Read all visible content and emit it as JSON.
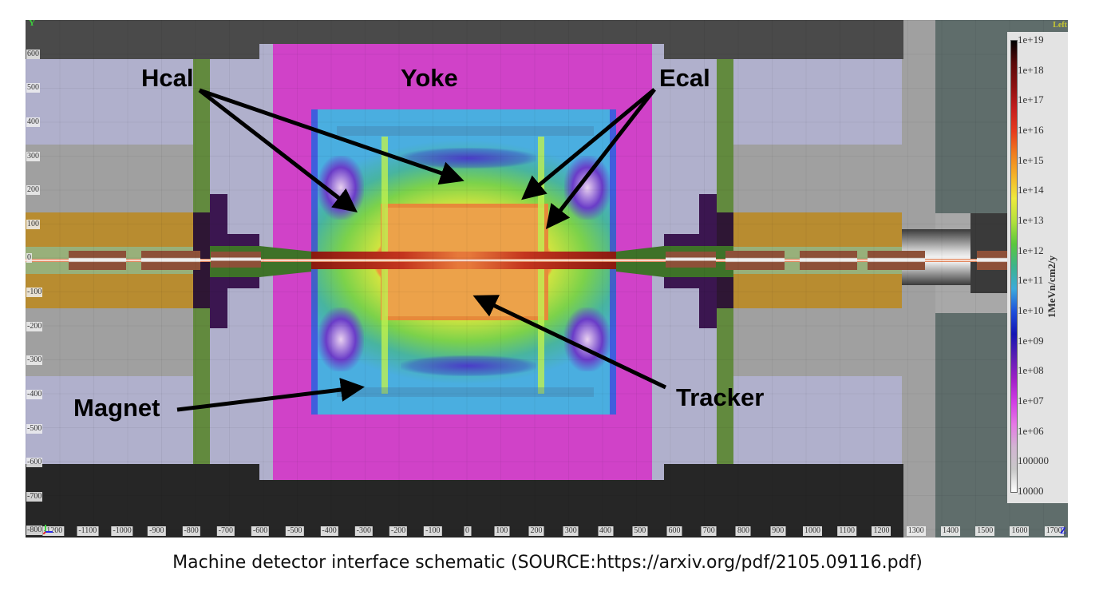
{
  "chart_data": {
    "type": "heatmap",
    "title": "",
    "xlabel": "Z",
    "ylabel": "Y",
    "x_ticks": [
      -1200,
      -1100,
      -1000,
      -900,
      -800,
      -700,
      -600,
      -500,
      -400,
      -300,
      -200,
      -100,
      0,
      100,
      200,
      300,
      400,
      500,
      600,
      700,
      800,
      900,
      1000,
      1100,
      1200,
      1300,
      1400,
      1500,
      1600,
      1700
    ],
    "y_ticks": [
      600,
      500,
      400,
      300,
      200,
      100,
      0,
      -100,
      -200,
      -300,
      -400,
      -500,
      -600,
      -700,
      -800
    ],
    "xlim": [
      -1280,
      1740
    ],
    "ylim": [
      -820,
      700
    ],
    "colorbar": {
      "label": "1MeVn/cm2/y",
      "scale": "log",
      "ticks": [
        "1e+19",
        "1e+18",
        "1e+17",
        "1e+16",
        "1e+15",
        "1e+14",
        "1e+13",
        "1e+12",
        "1e+11",
        "1e+10",
        "1e+09",
        "1e+08",
        "1e+07",
        "1e+06",
        "100000",
        "10000"
      ],
      "range": [
        10000,
        1e+19
      ],
      "colors": [
        "#000000",
        "#5a0a0a",
        "#8b1010",
        "#c41e1e",
        "#e63a1e",
        "#f07d1e",
        "#f5b428",
        "#eeea3c",
        "#b4e13c",
        "#5ac83c",
        "#3cb48c",
        "#3caadc",
        "#1e50dc",
        "#1414b4",
        "#5a1eb4",
        "#a01ec8",
        "#d23ce6",
        "#e678e6",
        "#d2b4d2",
        "#c8c8c8",
        "#ffffff"
      ]
    },
    "annotations": [
      "Hcal",
      "Yoke",
      "Ecal",
      "Magnet",
      "Tracker"
    ],
    "corner_label": "Left"
  },
  "labels": {
    "hcal": "Hcal",
    "yoke": "Yoke",
    "ecal": "Ecal",
    "magnet": "Magnet",
    "tracker": "Tracker",
    "colorbar_title": "1MeVn/cm2/y",
    "corner": "Left",
    "y_axis_letter": "Y",
    "z_axis_letter": "Z"
  },
  "caption": "Machine detector interface schematic (SOURCE:https://arxiv.org/pdf/2105.09116.pdf)",
  "colors": {
    "yoke": "#d042c8",
    "lavender": "#b0b0cc",
    "grey": "#a0a0a0",
    "dark": "#4a4a4a",
    "darker": "#262626",
    "gold": "#b88c30",
    "green_band": "#628a3e",
    "slate": "#5f6d6b",
    "shield": "#3b1650"
  }
}
